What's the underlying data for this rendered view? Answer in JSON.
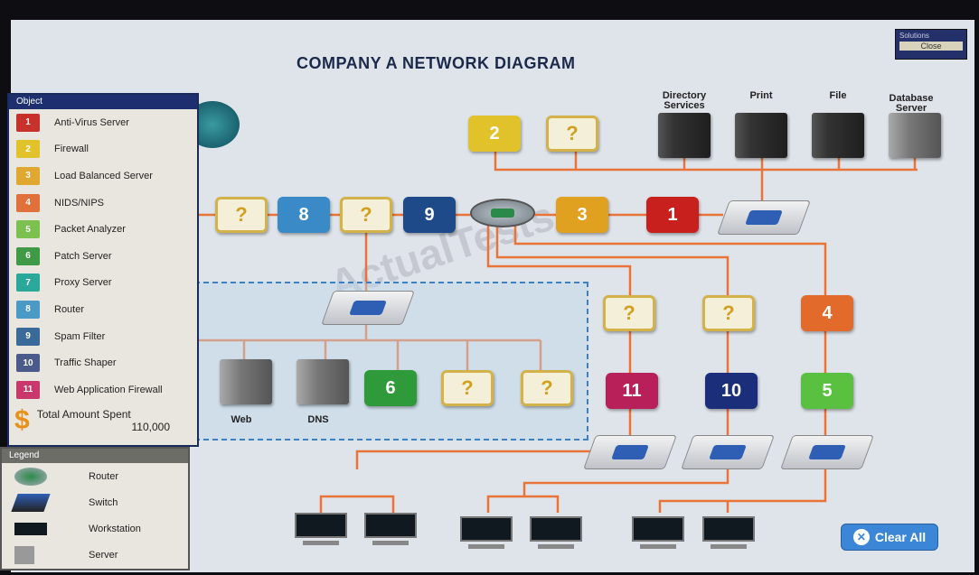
{
  "title": "COMPANY A NETWORK DIAGRAM",
  "watermark": "ActualTests",
  "solutions": {
    "header": "Solutions",
    "button": "Close"
  },
  "objects_panel": {
    "header": "Object",
    "items": [
      {
        "num": "1",
        "label": "Anti-Virus Server",
        "color": "#c8302c"
      },
      {
        "num": "2",
        "label": "Firewall",
        "color": "#e2c22a"
      },
      {
        "num": "3",
        "label": "Load Balanced Server",
        "color": "#e0a830"
      },
      {
        "num": "4",
        "label": "NIDS/NIPS",
        "color": "#e2703a"
      },
      {
        "num": "5",
        "label": "Packet Analyzer",
        "color": "#7cc050"
      },
      {
        "num": "6",
        "label": "Patch Server",
        "color": "#3f9a45"
      },
      {
        "num": "7",
        "label": "Proxy Server",
        "color": "#2aa89a"
      },
      {
        "num": "8",
        "label": "Router",
        "color": "#4a9ac8"
      },
      {
        "num": "9",
        "label": "Spam Filter",
        "color": "#3a6a9a"
      },
      {
        "num": "10",
        "label": "Traffic Shaper",
        "color": "#4a5a8a"
      },
      {
        "num": "11",
        "label": "Web Application Firewall",
        "color": "#c8386a"
      }
    ],
    "total_label": "Total Amount Spent",
    "total_value": "110,000"
  },
  "legend": {
    "header": "Legend",
    "items": [
      "Router",
      "Switch",
      "Workstation",
      "Server"
    ]
  },
  "servers": {
    "directory": "Directory Services",
    "print": "Print",
    "file": "File",
    "database": "Database Server",
    "web": "Web",
    "dns": "DNS"
  },
  "slots": {
    "top_fw": "2",
    "top_q": "?",
    "r2_q1": "?",
    "r2_8": "8",
    "r2_q2": "?",
    "r2_9": "9",
    "r2_3": "3",
    "r2_1": "1",
    "dmz_6": "6",
    "dmz_q1": "?",
    "dmz_q2": "?",
    "right_q1": "?",
    "right_q2": "?",
    "right_4": "4",
    "right_11": "11",
    "right_10": "10",
    "right_5": "5"
  },
  "clear_all": "Clear All"
}
